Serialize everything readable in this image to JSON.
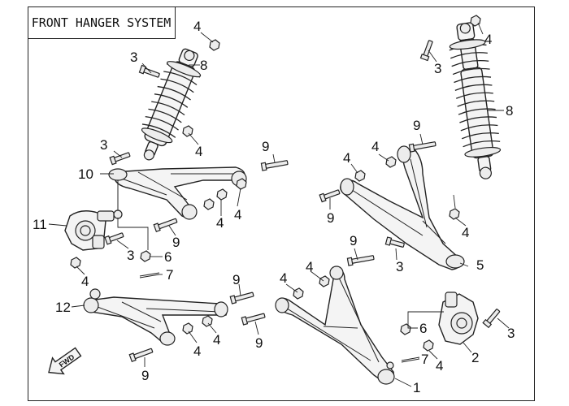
{
  "title": "FRONT HANGER SYSTEM",
  "fwd_label": "FWD",
  "callouts": [
    {
      "id": "c1",
      "text": "1"
    },
    {
      "id": "c2",
      "text": "2"
    },
    {
      "id": "c3a",
      "text": "3"
    },
    {
      "id": "c3b",
      "text": "3"
    },
    {
      "id": "c3c",
      "text": "3"
    },
    {
      "id": "c3d",
      "text": "3"
    },
    {
      "id": "c3e",
      "text": "3"
    },
    {
      "id": "c3f",
      "text": "3"
    },
    {
      "id": "c4a",
      "text": "4"
    },
    {
      "id": "c4b",
      "text": "4"
    },
    {
      "id": "c4c",
      "text": "4"
    },
    {
      "id": "c4d",
      "text": "4"
    },
    {
      "id": "c4e",
      "text": "4"
    },
    {
      "id": "c4f",
      "text": "4"
    },
    {
      "id": "c4g",
      "text": "4"
    },
    {
      "id": "c4h",
      "text": "4"
    },
    {
      "id": "c4i",
      "text": "4"
    },
    {
      "id": "c4j",
      "text": "4"
    },
    {
      "id": "c4k",
      "text": "4"
    },
    {
      "id": "c4l",
      "text": "4"
    },
    {
      "id": "c4m",
      "text": "4"
    },
    {
      "id": "c4n",
      "text": "4"
    },
    {
      "id": "c5",
      "text": "5"
    },
    {
      "id": "c6a",
      "text": "6"
    },
    {
      "id": "c6b",
      "text": "6"
    },
    {
      "id": "c7a",
      "text": "7"
    },
    {
      "id": "c7b",
      "text": "7"
    },
    {
      "id": "c8a",
      "text": "8"
    },
    {
      "id": "c8b",
      "text": "8"
    },
    {
      "id": "c9a",
      "text": "9"
    },
    {
      "id": "c9b",
      "text": "9"
    },
    {
      "id": "c9c",
      "text": "9"
    },
    {
      "id": "c9d",
      "text": "9"
    },
    {
      "id": "c9e",
      "text": "9"
    },
    {
      "id": "c9f",
      "text": "9"
    },
    {
      "id": "c9g",
      "text": "9"
    },
    {
      "id": "c9h",
      "text": "9"
    },
    {
      "id": "c10",
      "text": "10"
    },
    {
      "id": "c11",
      "text": "11"
    },
    {
      "id": "c12",
      "text": "12"
    }
  ]
}
